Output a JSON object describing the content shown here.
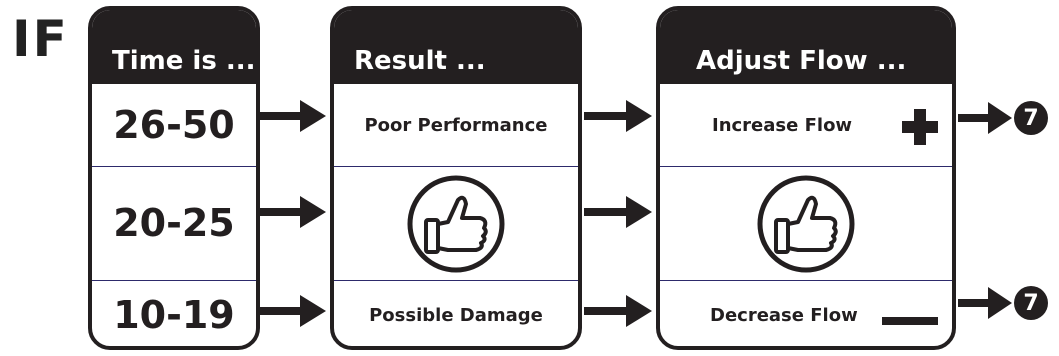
{
  "if_label": "IF",
  "columns": [
    {
      "header": "Time is ...",
      "rows": [
        "26-50",
        "20-25",
        "10-19"
      ]
    },
    {
      "header": "Result ...",
      "rows": [
        "Poor Performance",
        "thumbs-up-icon",
        "Possible Damage"
      ]
    },
    {
      "header": "Adjust Flow ...",
      "rows": [
        "Increase Flow",
        "thumbs-up-icon",
        "Decrease Flow"
      ]
    }
  ],
  "badges": [
    "7",
    "7"
  ],
  "symbols": {
    "plus": "plus-icon",
    "minus": "minus-icon"
  }
}
